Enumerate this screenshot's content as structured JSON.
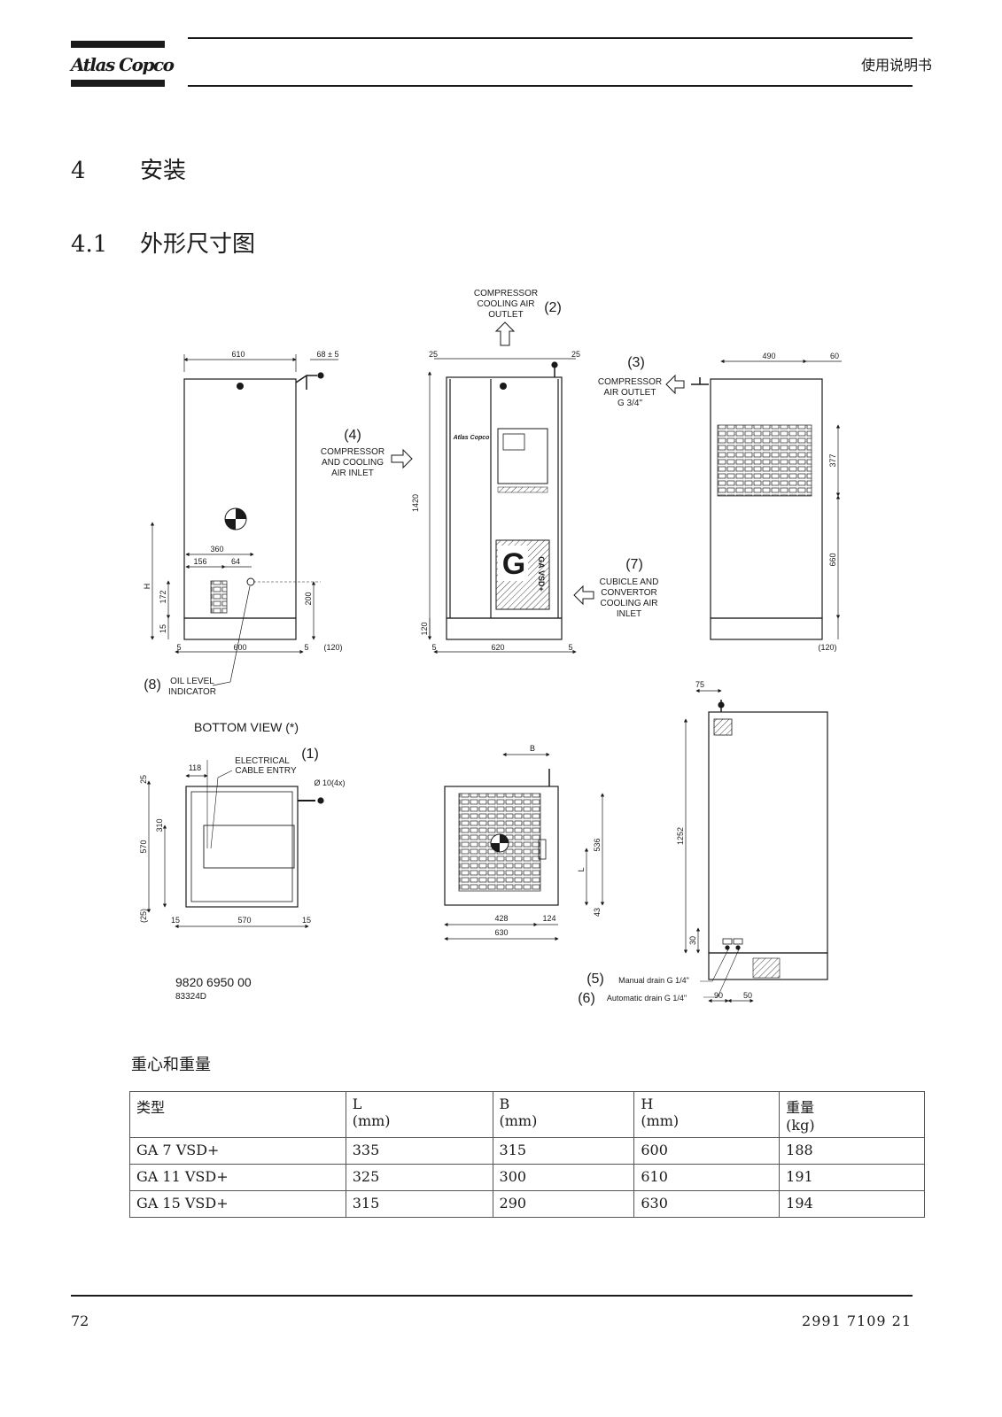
{
  "header": {
    "brand": "Atlas Copco",
    "doc_type": "使用说明书"
  },
  "section": {
    "number": "4",
    "title": "安装"
  },
  "subsection": {
    "number": "4.1",
    "title": "外形尺寸图"
  },
  "drawing": {
    "labels": {
      "compressor_cooling_air_outlet": [
        "COMPRESSOR",
        "COOLING AIR",
        "OUTLET"
      ],
      "compressor_air_outlet": [
        "COMPRESSOR",
        "AIR OUTLET",
        "G 3/4\""
      ],
      "compressor_air_inlet": [
        "COMPRESSOR",
        "AND COOLING",
        "AIR INLET"
      ],
      "cubicle_inlet": [
        "CUBICLE AND",
        "CONVERTOR",
        "COOLING AIR",
        "INLET"
      ],
      "oil_level": [
        "OIL LEVEL",
        "INDICATOR"
      ],
      "bottom_view": "BOTTOM VIEW (*)",
      "electrical_cable": [
        "ELECTRICAL",
        "CABLE ENTRY"
      ],
      "holes": "Ø 10(4x)",
      "manual_drain": "Manual drain G 1/4\"",
      "automatic_drain": "Automatic drain G 1/4\"",
      "part_number": "9820 6950 00",
      "drawing_code": "83324D"
    },
    "callouts": [
      "(1)",
      "(2)",
      "(3)",
      "(4)",
      "(5)",
      "(6)",
      "(7)",
      "(8)"
    ],
    "dimensions": {
      "d610": "610",
      "d68": "68 ± 5",
      "d25a": "25",
      "d25b": "25",
      "d490": "490",
      "d60": "60",
      "d1420": "1420",
      "d377": "377",
      "d660": "660",
      "d360": "360",
      "d156": "156",
      "d64": "64",
      "dH": "H",
      "d172": "172",
      "d15": "15",
      "d200": "200",
      "d5a": "5",
      "d600": "600",
      "d5b": "5",
      "d120a": "(120)",
      "d5c": "5",
      "d620": "620",
      "d5d": "5",
      "d120v": "120",
      "d120b": "(120)",
      "d75": "75",
      "dB": "B",
      "d118": "118",
      "d25c": "25",
      "d310": "310",
      "d570v": "570",
      "d25p": "(25)",
      "d15b": "15",
      "d570h": "570",
      "d15c": "15",
      "d536": "536",
      "dL": "L",
      "d43": "43",
      "d428": "428",
      "d124": "124",
      "d630": "630",
      "d1252": "1252",
      "d30": "30",
      "d90": "90",
      "d50": "50"
    },
    "panel_text": "Atlas Copco",
    "badge_letter": "G",
    "badge_model": "GA VSD+"
  },
  "table": {
    "caption": "重心和重量",
    "headers": [
      {
        "label": "类型",
        "unit": ""
      },
      {
        "label": "L",
        "unit": "(mm)"
      },
      {
        "label": "B",
        "unit": "(mm)"
      },
      {
        "label": "H",
        "unit": "(mm)"
      },
      {
        "label": "重量",
        "unit": "(kg)"
      }
    ],
    "rows": [
      [
        "GA 7 VSD+",
        "335",
        "315",
        "600",
        "188"
      ],
      [
        "GA 11 VSD+",
        "325",
        "300",
        "610",
        "191"
      ],
      [
        "GA 15 VSD+",
        "315",
        "290",
        "630",
        "194"
      ]
    ]
  },
  "footer": {
    "page_number": "72",
    "doc_number": "2991 7109 21"
  }
}
